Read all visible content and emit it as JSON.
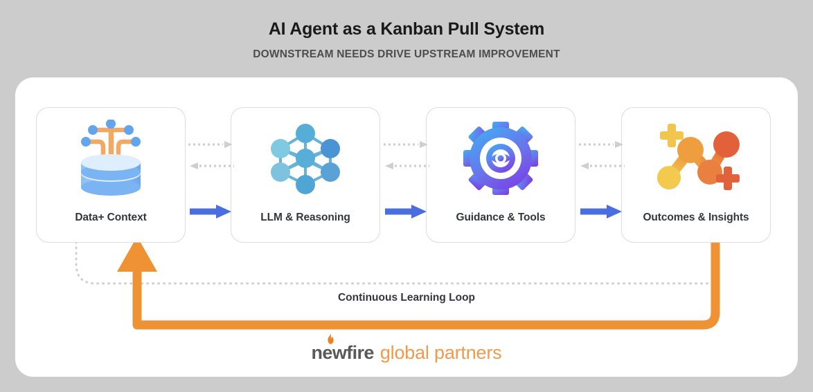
{
  "header": {
    "title": "AI Agent as a Kanban Pull System",
    "subtitle": "DOWNSTREAM NEEDS DRIVE UPSTREAM IMPROVEMENT"
  },
  "colors": {
    "background": "#cccccc",
    "panel": "#ffffff",
    "card_border": "#dcdcdc",
    "title_text": "#1a1a1a",
    "subtitle_text": "#4d4d4d",
    "label_text": "#33373d",
    "flow_arrow_blue": "#4a6ee0",
    "pull_arrow_gray": "#cfcfcf",
    "loop_orange": "#ee9233",
    "logo_gray": "#58595b",
    "logo_orange": "#f2994a"
  },
  "stages": [
    {
      "label": "Data+ Context",
      "icon": "database-icon",
      "icon_colors": [
        "#6fa8f0",
        "#a9cdf7",
        "#dce9fb",
        "#f2a963"
      ]
    },
    {
      "label": "LLM & Reasoning",
      "icon": "neural-network-icon",
      "icon_colors": [
        "#4f9fd0",
        "#79c2e0",
        "#4a90d9"
      ]
    },
    {
      "label": "Guidance & Tools",
      "icon": "gear-eye-icon",
      "icon_colors": [
        "#4aa3ef",
        "#7b4fe8"
      ]
    },
    {
      "label": "Outcomes & Insights",
      "icon": "insights-chart-icon",
      "icon_colors": [
        "#f2c94c",
        "#ef9a3c",
        "#e2603a"
      ]
    }
  ],
  "connectors": [
    {
      "push_arrow": "solid-blue-right-arrow",
      "pull_arrow_top": "dotted-gray-right-arrow",
      "pull_arrow_bottom": "dotted-gray-left-arrow"
    },
    {
      "push_arrow": "solid-blue-right-arrow",
      "pull_arrow_top": "dotted-gray-right-arrow",
      "pull_arrow_bottom": "dotted-gray-left-arrow"
    },
    {
      "push_arrow": "solid-blue-right-arrow",
      "pull_arrow_top": "dotted-gray-right-arrow",
      "pull_arrow_bottom": "dotted-gray-left-arrow"
    }
  ],
  "loop": {
    "label": "Continuous Learning Loop",
    "arrow": "orange-upward-feedback-arrow",
    "dotted_path": "gray-dotted-return-path"
  },
  "logo": {
    "name": "newfire",
    "tagline": "global partners",
    "mark": "flame-icon"
  }
}
